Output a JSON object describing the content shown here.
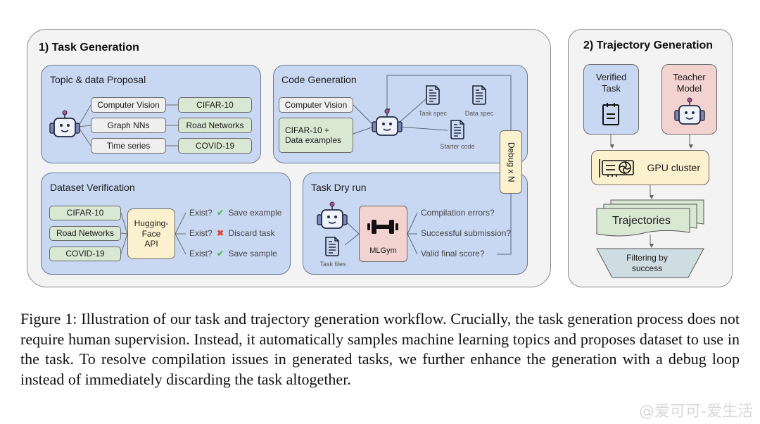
{
  "figure": {
    "task_generation": {
      "title": "1) Task Generation",
      "topic_proposal": {
        "title": "Topic & data Proposal",
        "topics": [
          "Computer Vision",
          "Graph NNs",
          "Time series"
        ],
        "datasets": [
          "CIFAR-10",
          "Road Networks",
          "COVID-19"
        ]
      },
      "code_generation": {
        "title": "Code Generation",
        "inputs": [
          "Computer Vision",
          "CIFAR-10 +\nData examples"
        ],
        "outputs": [
          "Task spec",
          "Data spec",
          "Starter code"
        ]
      },
      "dataset_verification": {
        "title": "Dataset Verification",
        "datasets": [
          "CIFAR-10",
          "Road Networks",
          "COVID-19"
        ],
        "api_label": "Hugging-\nFace\nAPI",
        "checks": [
          {
            "question": "Exist?",
            "result": "check",
            "action": "Save example"
          },
          {
            "question": "Exist?",
            "result": "cross",
            "action": "Discard task"
          },
          {
            "question": "Exist?",
            "result": "check",
            "action": "Save sample"
          }
        ]
      },
      "task_dry_run": {
        "title": "Task Dry run",
        "files_label": "Task files",
        "gym_label": "MLGym",
        "checks": [
          "Compilation errors?",
          "Successful submission?",
          "Valid final score?"
        ]
      },
      "debug_loop_label": "Debug x N"
    },
    "trajectory_generation": {
      "title": "2) Trajectory Generation",
      "verified_task": "Verified\nTask",
      "teacher_model": "Teacher\nModel",
      "gpu_cluster": "GPU cluster",
      "trajectories": "Trajectories",
      "filter": "Filtering by\nsuccess"
    },
    "colors": {
      "blue_panel": "#c9d8f2",
      "green_box": "#d9e8d3",
      "yellow_box": "#fcf1cf",
      "pink_box": "#f3d3cf",
      "check": "#5cb85c",
      "cross": "#e0453a"
    }
  },
  "caption": "Figure 1: Illustration of our task and trajectory generation workflow. Crucially, the task generation process does not require human supervision. Instead, it automatically samples machine learning topics and proposes dataset to use in the task. To resolve compilation issues in generated tasks, we further enhance the generation with a debug loop instead of immediately discarding the task altogether.",
  "watermark": "@爱可可-爱生活"
}
